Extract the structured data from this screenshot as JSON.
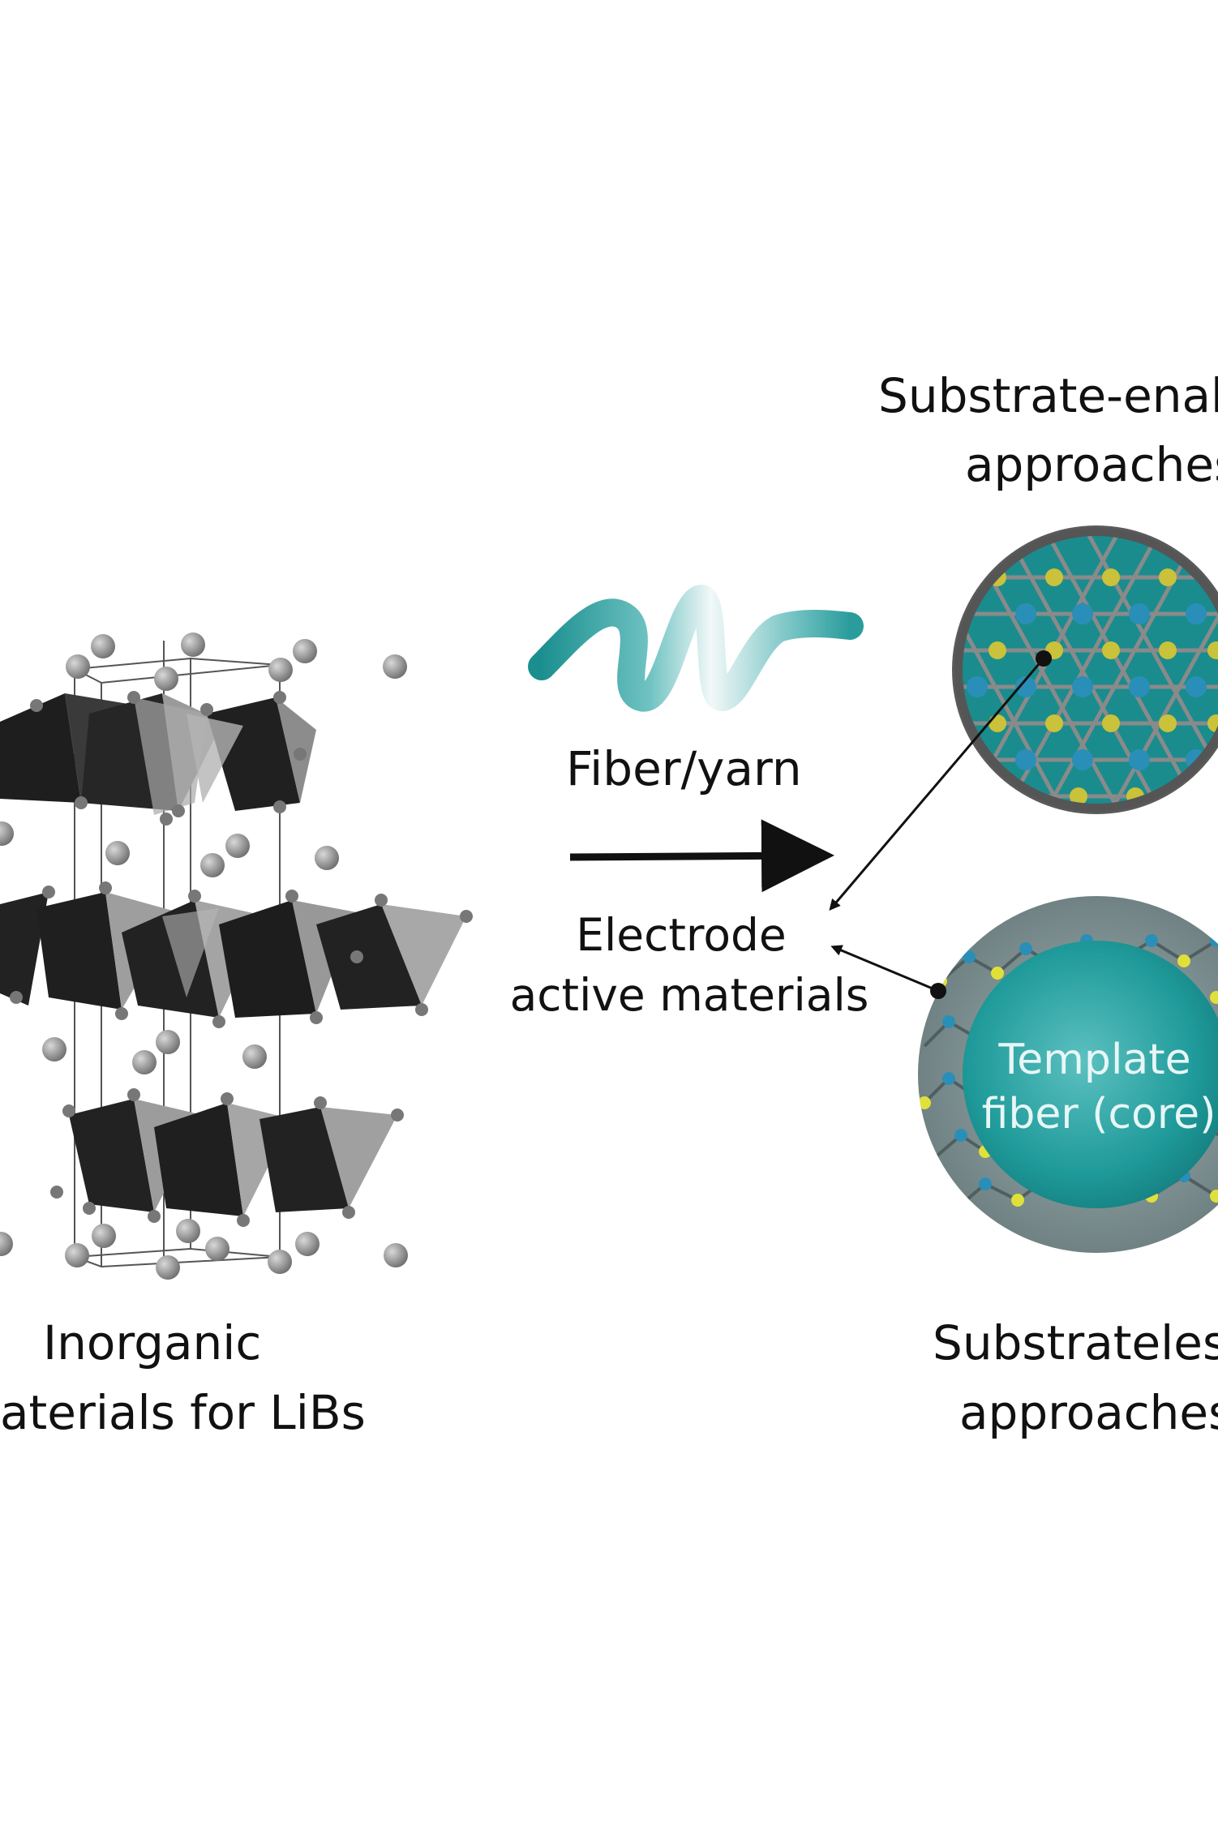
{
  "labels": {
    "substrate_enabled": [
      "Substrate-enab",
      "approaches"
    ],
    "fiber_yarn": "Fiber/yarn",
    "electrode": [
      "Electrode",
      "active  materials"
    ],
    "template": [
      "Template",
      "fiber (core)"
    ],
    "inorganic": [
      "Inorganic",
      "aterials for LiBs"
    ],
    "substrateless": [
      "Substrateles",
      "approaches"
    ]
  },
  "colors": {
    "teal": "#1f9b9b",
    "teal_light": "#3fb3b3",
    "ring_gray": "#6f7f80",
    "dark_gray": "#4a4a4a",
    "yellow_atom": "#c9c23a",
    "blue_atom": "#2a8fb8",
    "octahedron_dark": "#1e1e1e",
    "octahedron_light": "#9a9a9a"
  }
}
